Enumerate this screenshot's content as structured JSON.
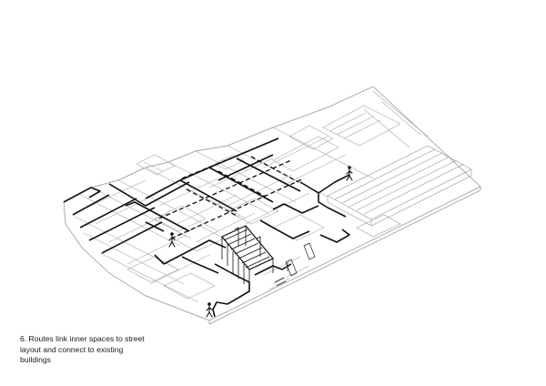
{
  "caption": {
    "line1": "6. Routes link inner spaces to street",
    "line2": "layout and connect to existing",
    "line3": "buildings"
  },
  "legend_semantics": {
    "solid_route": "thick solid black line",
    "proposed_route": "thick dashed black line",
    "pedestrian": "walking figure icon"
  },
  "colors": {
    "ink": "#111111",
    "linework": "#9a9a9a",
    "fill": "#ffffff"
  }
}
